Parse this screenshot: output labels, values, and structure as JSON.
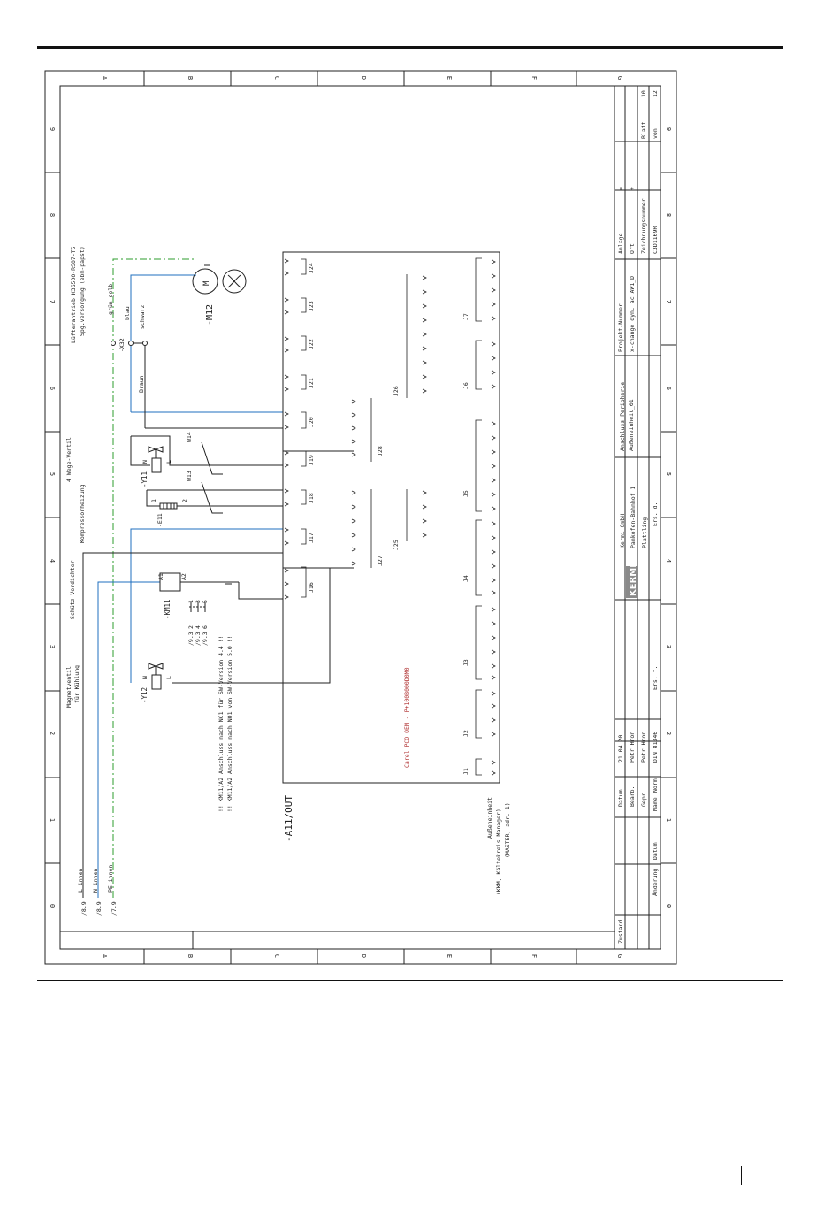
{
  "frame": {
    "grid_letters": [
      "A",
      "B",
      "C",
      "D",
      "E",
      "F",
      "G"
    ],
    "grid_numbers": [
      "0",
      "1",
      "2",
      "3",
      "4",
      "5",
      "6",
      "7",
      "8",
      "9"
    ]
  },
  "title_block": {
    "zustand": "Zustand",
    "aenderung": "Änderung",
    "datum_col": "Datum",
    "name_col": "Name",
    "datum": "Datum",
    "datum_value": "21.04.20",
    "bearb": "Bearb.",
    "bearb_value": "Petr Hron",
    "gepr": "Gepr.",
    "gepr_value": "Petr Hron",
    "norm": "Norm",
    "norm_value": "DIN 81346",
    "ers_f": "Ers. f.",
    "ers_d": "Ers. d.",
    "company_1": "Kermi GmbH",
    "company_2": "Pankofen-Bahnhof 1",
    "company_3": "Plattling",
    "title_1": "Anschluss Peripherie",
    "title_2": "Außeneinheit_01",
    "projekt_label": "Projekt-Nummer",
    "projekt_value": "x-change dyn. ac AW1_D",
    "anlage_label": "Anlage",
    "anlage_value": "=",
    "ort_label": "Ort",
    "ort_value": "+",
    "zeichnung_label": "Zeichnungsnummer",
    "zeichnung_value": "C3D1169R",
    "blatt_label": "Blatt",
    "blatt_value": "10",
    "von_label": "von",
    "von_value": "12",
    "logo": "KERMI"
  },
  "diagram": {
    "supply": {
      "l_ref": "/8.9",
      "l_label": "L innen",
      "n_ref": "/8.9",
      "n_label": "N innen",
      "pe_ref": "/7.9",
      "pe_label": "PE innen"
    },
    "valve_y12": {
      "title_1": "Magnetventil",
      "title_2": "für Kühlung",
      "tag": "-Y12",
      "term_n": "N",
      "term_l": "L"
    },
    "contactor_km11": {
      "title": "Schütz Verdichter",
      "tag": "-KM11",
      "a1": "A1",
      "a2": "A2",
      "contacts": [
        "1",
        "3",
        "5"
      ],
      "contact_refs": [
        "/9.3",
        "/9.3",
        "/9.3"
      ],
      "contact_pairs": [
        "2",
        "4",
        "6"
      ],
      "note_1": "!! KM11/A2 Anschluss nach NO1 von SW-Version 5.0 !!",
      "note_2": "!! KM11/A2 Anschluss nach NC1 für SW-Version 4.4 !!"
    },
    "heater_e11": {
      "title": "Kompressorheizung",
      "tag": "-E11",
      "t1": "1",
      "t2": "2",
      "wire": "W13"
    },
    "valve_y11": {
      "title": "4 Wege-Ventil",
      "tag": "-Y11",
      "term_n": "N",
      "term_l": "L",
      "wire": "W14"
    },
    "fan_m12": {
      "title_1": "Lüfterantrieb K3G500-RS07-T5",
      "title_2": "Spg.versorgung (ebm-papst)",
      "tag": "-M12",
      "motor": "M",
      "connector": "-X32",
      "w_gruen": "grün-gelb",
      "w_blau": "blau",
      "w_schwarz": "schwarz",
      "w_braun": "Braun"
    },
    "controller": {
      "tag": "-A11/OUT",
      "name": "Carel PCO OEM - P+100B000D0M0",
      "desc_1": "Außeneinheit",
      "desc_2": "(KKM, Kältekreis Manager)",
      "desc_3": "(MASTER, adr.-1)",
      "right_connectors": [
        "J16",
        "J17",
        "J18",
        "J19",
        "J20",
        "J21",
        "J22",
        "J23",
        "J24"
      ],
      "mid_connectors": [
        "J27",
        "J28"
      ],
      "inner_connectors": [
        "J25",
        "J26"
      ],
      "left_connectors": [
        "J1",
        "J2",
        "J3",
        "J4",
        "J5",
        "J6",
        "J7"
      ]
    }
  }
}
